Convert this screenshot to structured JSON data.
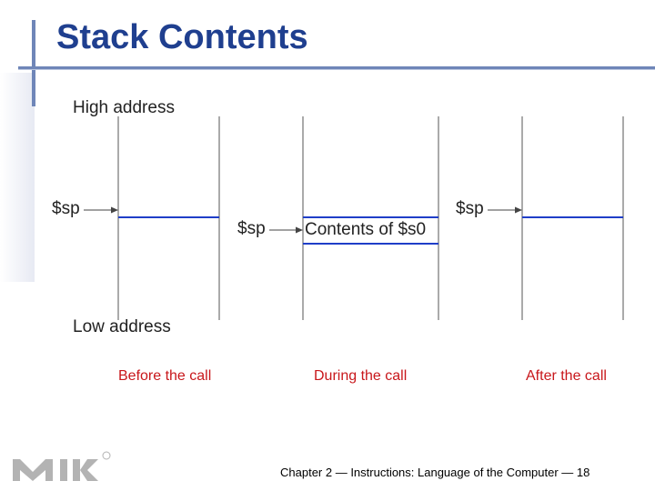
{
  "title": "Stack Contents",
  "labels": {
    "high_address": "High address",
    "low_address": "Low address",
    "sp": "$sp",
    "contents_s0": "Contents of $s0"
  },
  "captions": {
    "before": "Before the call",
    "during": "During the call",
    "after": "After the call"
  },
  "footer": "Chapter 2 — Instructions: Language of the Computer — 18",
  "logo": {
    "letters": "MK",
    "registered": "®"
  },
  "colors": {
    "title": "#1f3f8f",
    "stack_line": "#1f3ec8",
    "caption": "#c8171b",
    "accent_bar": "#6f86b8"
  }
}
